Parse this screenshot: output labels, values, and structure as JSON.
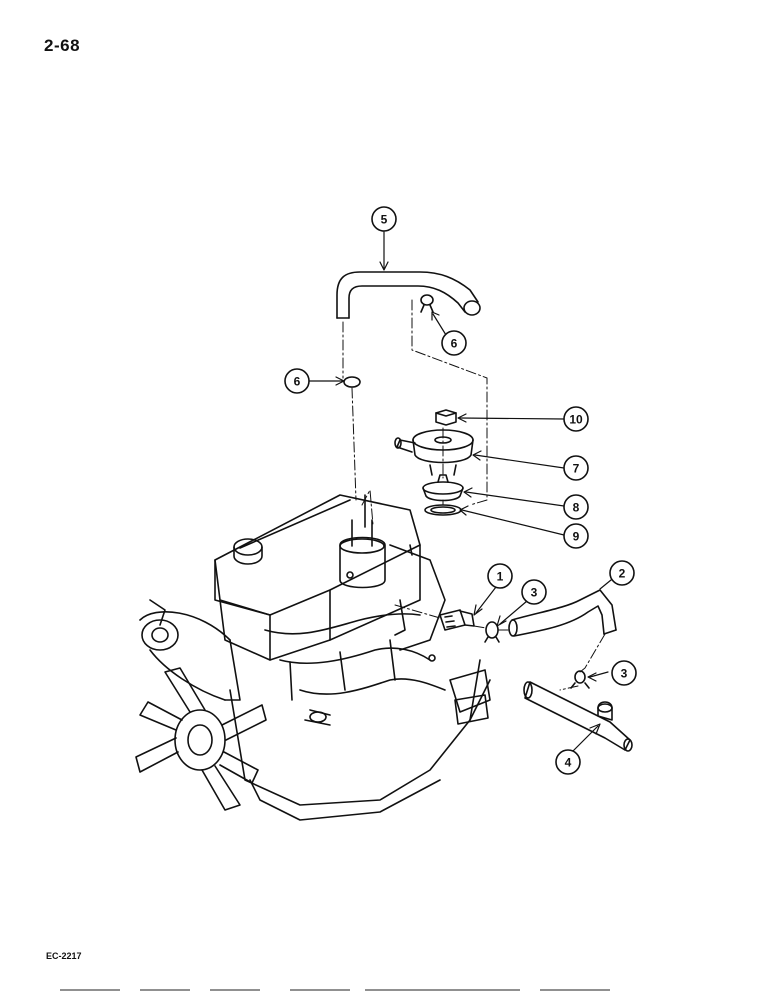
{
  "page_number": "2-68",
  "figure_code": "EC-2217",
  "callouts": [
    {
      "label": "1"
    },
    {
      "label": "2"
    },
    {
      "label": "3"
    },
    {
      "label": "3"
    },
    {
      "label": "4"
    },
    {
      "label": "5"
    },
    {
      "label": "6"
    },
    {
      "label": "6"
    },
    {
      "label": "7"
    },
    {
      "label": "8"
    },
    {
      "label": "9"
    },
    {
      "label": "10"
    }
  ]
}
